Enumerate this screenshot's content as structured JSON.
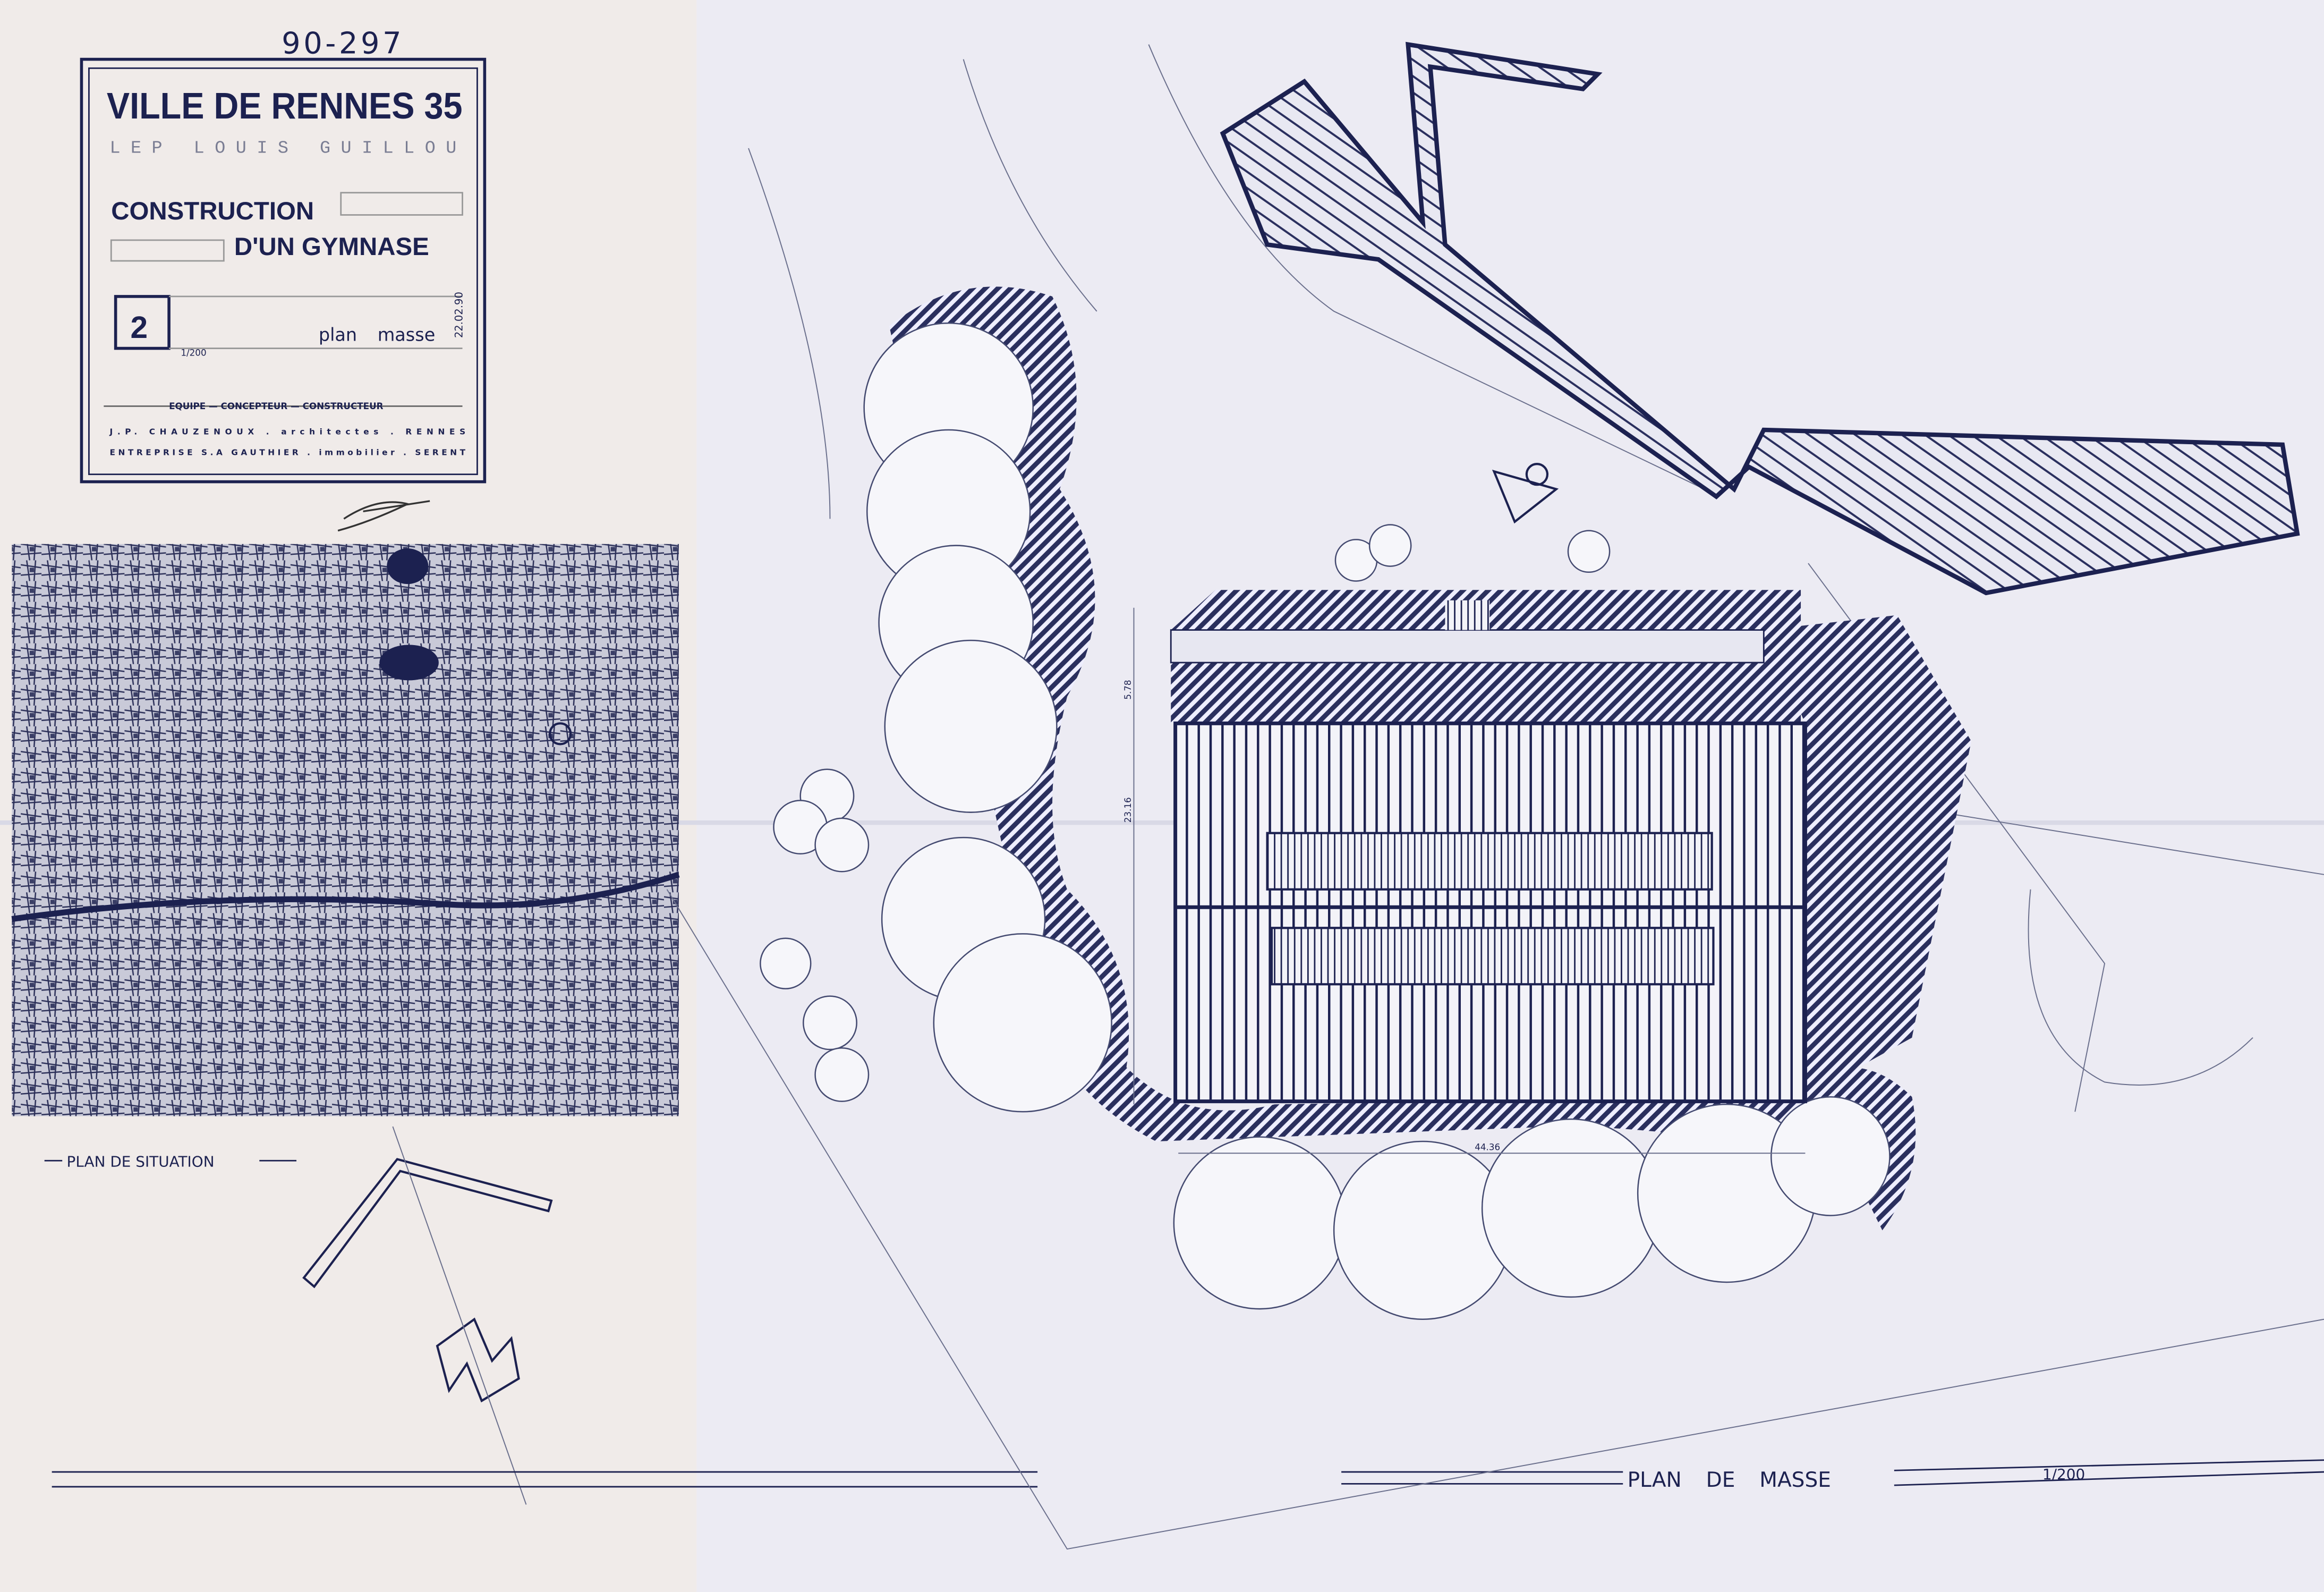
{
  "title_block": {
    "stamp_number": "90-297",
    "city": "VILLE DE RENNES 35",
    "school": "LEP LOUIS GUILLOU",
    "project_line1": "CONSTRUCTION",
    "project_line2": "D'UN GYMNASE",
    "sheet_number": "2",
    "sheet_title": "plan masse",
    "sheet_scale": "1/200",
    "date": "22.02.90",
    "team_header": "EQUIPE — CONCEPTEUR — CONSTRUCTEUR",
    "team_row1": "J.P. CHAUZENOUX . architectes . RENNES",
    "team_row2": "ENTREPRISE S.A GAUTHIER . immobilier . SERENT"
  },
  "situation": {
    "label": "PLAN DE SITUATION"
  },
  "main_plan": {
    "label": "PLAN DE MASSE",
    "scale": "1/200",
    "dim_width": "44.36",
    "dim_depth": "23.16",
    "dim_strip": "5.78"
  },
  "colors": {
    "paper": "#ecebf3",
    "ink": "#1c2150",
    "stamp": "#d0405a"
  }
}
